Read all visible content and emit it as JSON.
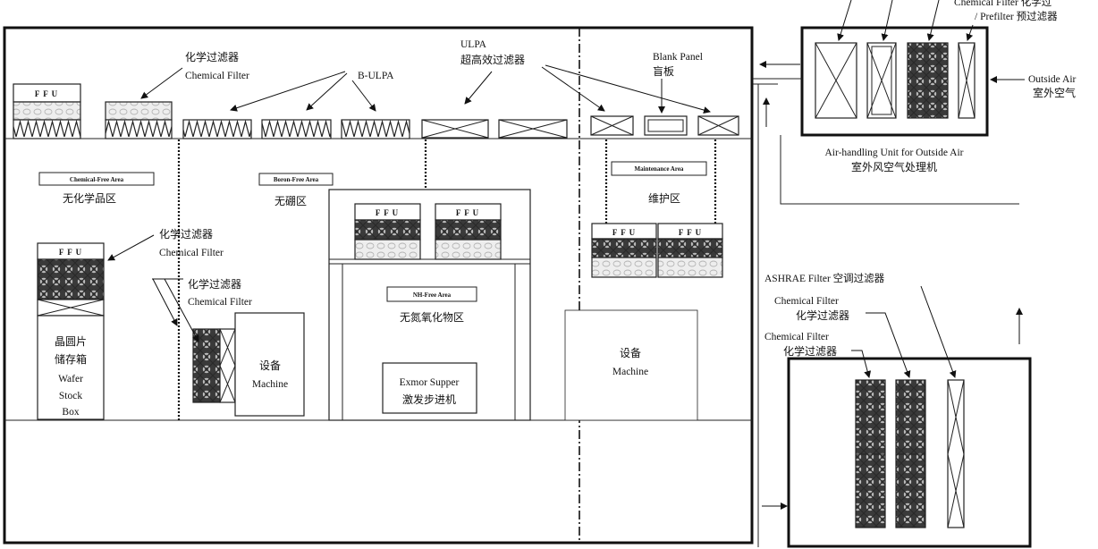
{
  "ahu": {
    "top_filter_label": "Chemical Filter 化学过",
    "prefilter_label": "/ Prefilter 预过滤器",
    "outside_air_en": "Outside Air",
    "outside_air_cn": "室外空气",
    "unit_name_en": "Air-handling Unit for Outside Air",
    "unit_name_cn": "室外风空气处理机"
  },
  "recirc_unit": {
    "ashrae_label": "ASHRAE Filter 空调过滤器",
    "chem_filter_a_en": "Chemical Filter",
    "chem_filter_a_cn": "化学过滤器",
    "chem_filter_b_en": "Chemical Filter",
    "chem_filter_b_cn": "化学过滤器"
  },
  "ceiling": {
    "ffu_label": "F F U",
    "chem_filter_cn": "化学过滤器",
    "chem_filter_en": "Chemical Filter",
    "b_ulpa": "B-ULPA",
    "ulpa_en": "ULPA",
    "ulpa_cn": "超高效过滤器",
    "blank_panel_en": "Blank Panel",
    "blank_panel_cn": "盲板"
  },
  "zones": {
    "chemical_free": {
      "tag": "Chemical-Free Area",
      "name": "无化学品区"
    },
    "boron_free": {
      "tag": "Boron-Free Area",
      "name": "无硼区"
    },
    "maintenance": {
      "tag": "Maintenance Area",
      "name": "维护区"
    },
    "nh_free": {
      "tag": "NH-Free Area",
      "name": "无氮氧化物区"
    }
  },
  "equipment": {
    "ffu_label": "F F U",
    "tower_chem_cn": "化学过滤器",
    "tower_chem_en": "Chemical Filter",
    "machine_chem_cn": "化学过滤器",
    "machine_chem_en": "Chemical Filter",
    "wafer_box_lines": [
      "晶圆片",
      "储存箱",
      "Wafer",
      "Stock",
      "Box"
    ],
    "machine_left": [
      "设备",
      "Machine"
    ],
    "machine_right": [
      "设备",
      "Machine"
    ],
    "stepper": [
      "Exmor Supper",
      "激发步进机"
    ]
  }
}
